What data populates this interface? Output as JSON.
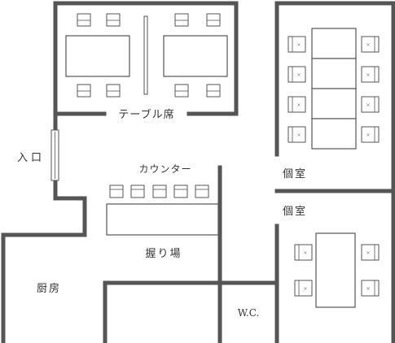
{
  "labels": {
    "table_seating": "テーブル席",
    "entrance": "入口",
    "counter": "カウンター",
    "private_room_1": "個室",
    "private_room_2": "個室",
    "sushi_counter": "握り場",
    "kitchen": "厨房",
    "restroom": "W.C."
  },
  "chair_mark": "×",
  "colors": {
    "wall": "#555555",
    "text": "#333333",
    "background": "#ffffff"
  }
}
